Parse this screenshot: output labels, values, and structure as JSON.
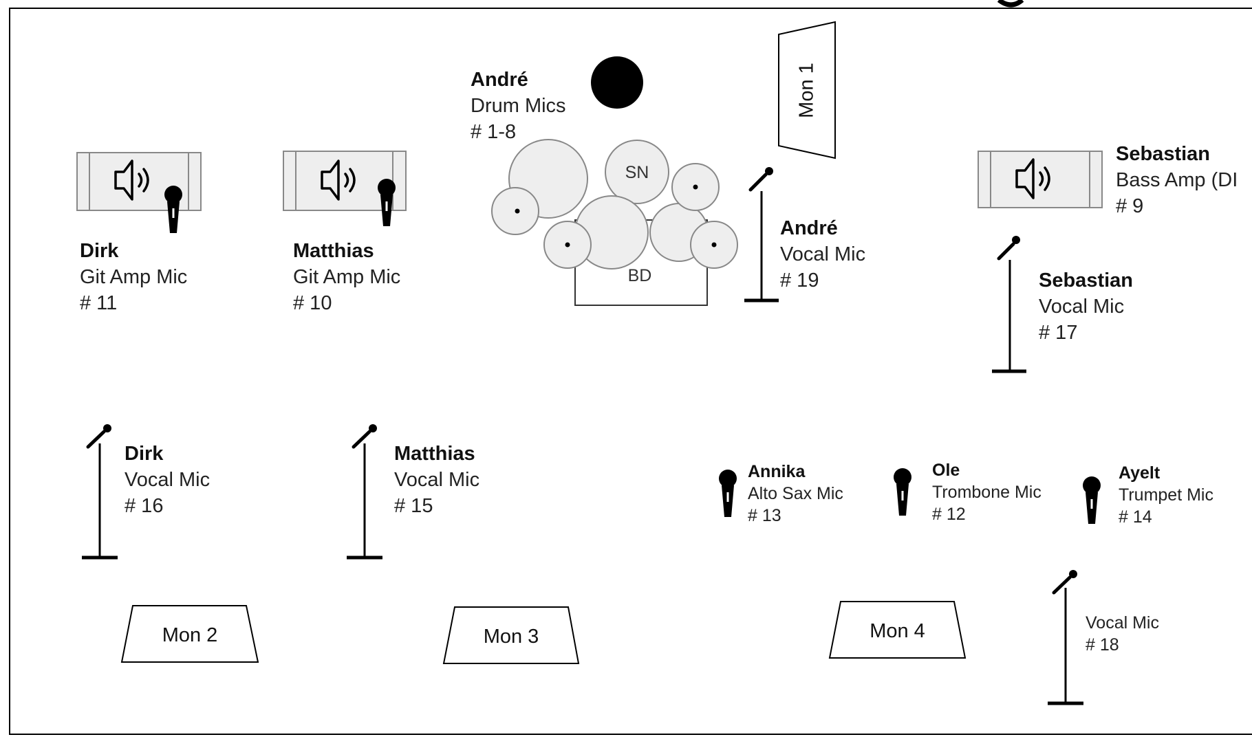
{
  "musicians": {
    "dirk_amp": {
      "name": "Dirk",
      "desc": "Git Amp Mic",
      "num": "# 11"
    },
    "matthias_amp": {
      "name": "Matthias",
      "desc": "Git Amp Mic",
      "num": "# 10"
    },
    "andre_drums": {
      "name": "André",
      "desc": "Drum Mics",
      "num": "# 1-8"
    },
    "andre_vocal": {
      "name": "André",
      "desc": "Vocal Mic",
      "num": "# 19"
    },
    "sebastian_bass": {
      "name": "Sebastian",
      "desc": "Bass Amp (DI",
      "num": "# 9"
    },
    "sebastian_vocal": {
      "name": "Sebastian",
      "desc": "Vocal Mic",
      "num": "# 17"
    },
    "dirk_vocal": {
      "name": "Dirk",
      "desc": "Vocal Mic",
      "num": "# 16"
    },
    "matthias_vocal": {
      "name": "Matthias",
      "desc": "Vocal Mic",
      "num": "# 15"
    },
    "annika": {
      "name": "Annika",
      "desc": "Alto Sax Mic",
      "num": "# 13"
    },
    "ole": {
      "name": "Ole",
      "desc": "Trombone Mic",
      "num": "# 12"
    },
    "ayelt": {
      "name": "Ayelt",
      "desc": "Trumpet Mic",
      "num": "# 14"
    },
    "extra_vocal": {
      "desc": "Vocal Mic",
      "num": "# 18"
    }
  },
  "monitors": {
    "mon1": "Mon 1",
    "mon2": "Mon 2",
    "mon3": "Mon 3",
    "mon4": "Mon 4"
  },
  "drums": {
    "snare": "SN",
    "bass_drum": "BD"
  },
  "colors": {
    "stage_border": "#000000",
    "equipment_fill": "#eeeeee",
    "equipment_stroke": "#888888",
    "ink": "#000000"
  },
  "icons": [
    "speaker-icon",
    "microphone-icon",
    "mic-stand-icon",
    "cymbal-icon",
    "drum-icon"
  ]
}
